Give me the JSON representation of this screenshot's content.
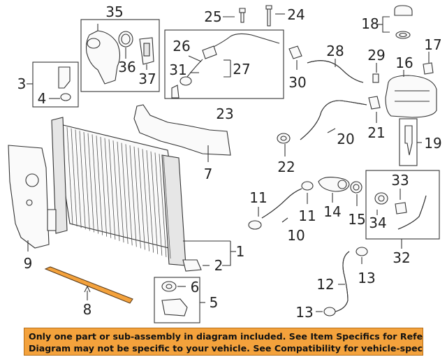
{
  "diagram": {
    "callouts": [
      "35",
      "25",
      "24",
      "18",
      "17",
      "3",
      "4",
      "26",
      "27",
      "31",
      "36",
      "37",
      "28",
      "29",
      "16",
      "30",
      "23",
      "7",
      "20",
      "21",
      "19",
      "22",
      "9",
      "11",
      "11",
      "14",
      "15",
      "33",
      "34",
      "10",
      "1",
      "2",
      "32",
      "6",
      "5",
      "8",
      "12",
      "13",
      "13"
    ]
  },
  "disclaimer": {
    "line1": "Only one part or sub-assembly in diagram included. See Item Specifics for Reference #.",
    "line2": "Diagram may not be specific to your vehicle. See Compatibility for vehicle-specific diagrams."
  },
  "colors": {
    "banner": "#f4a23c",
    "line": "#333333"
  }
}
